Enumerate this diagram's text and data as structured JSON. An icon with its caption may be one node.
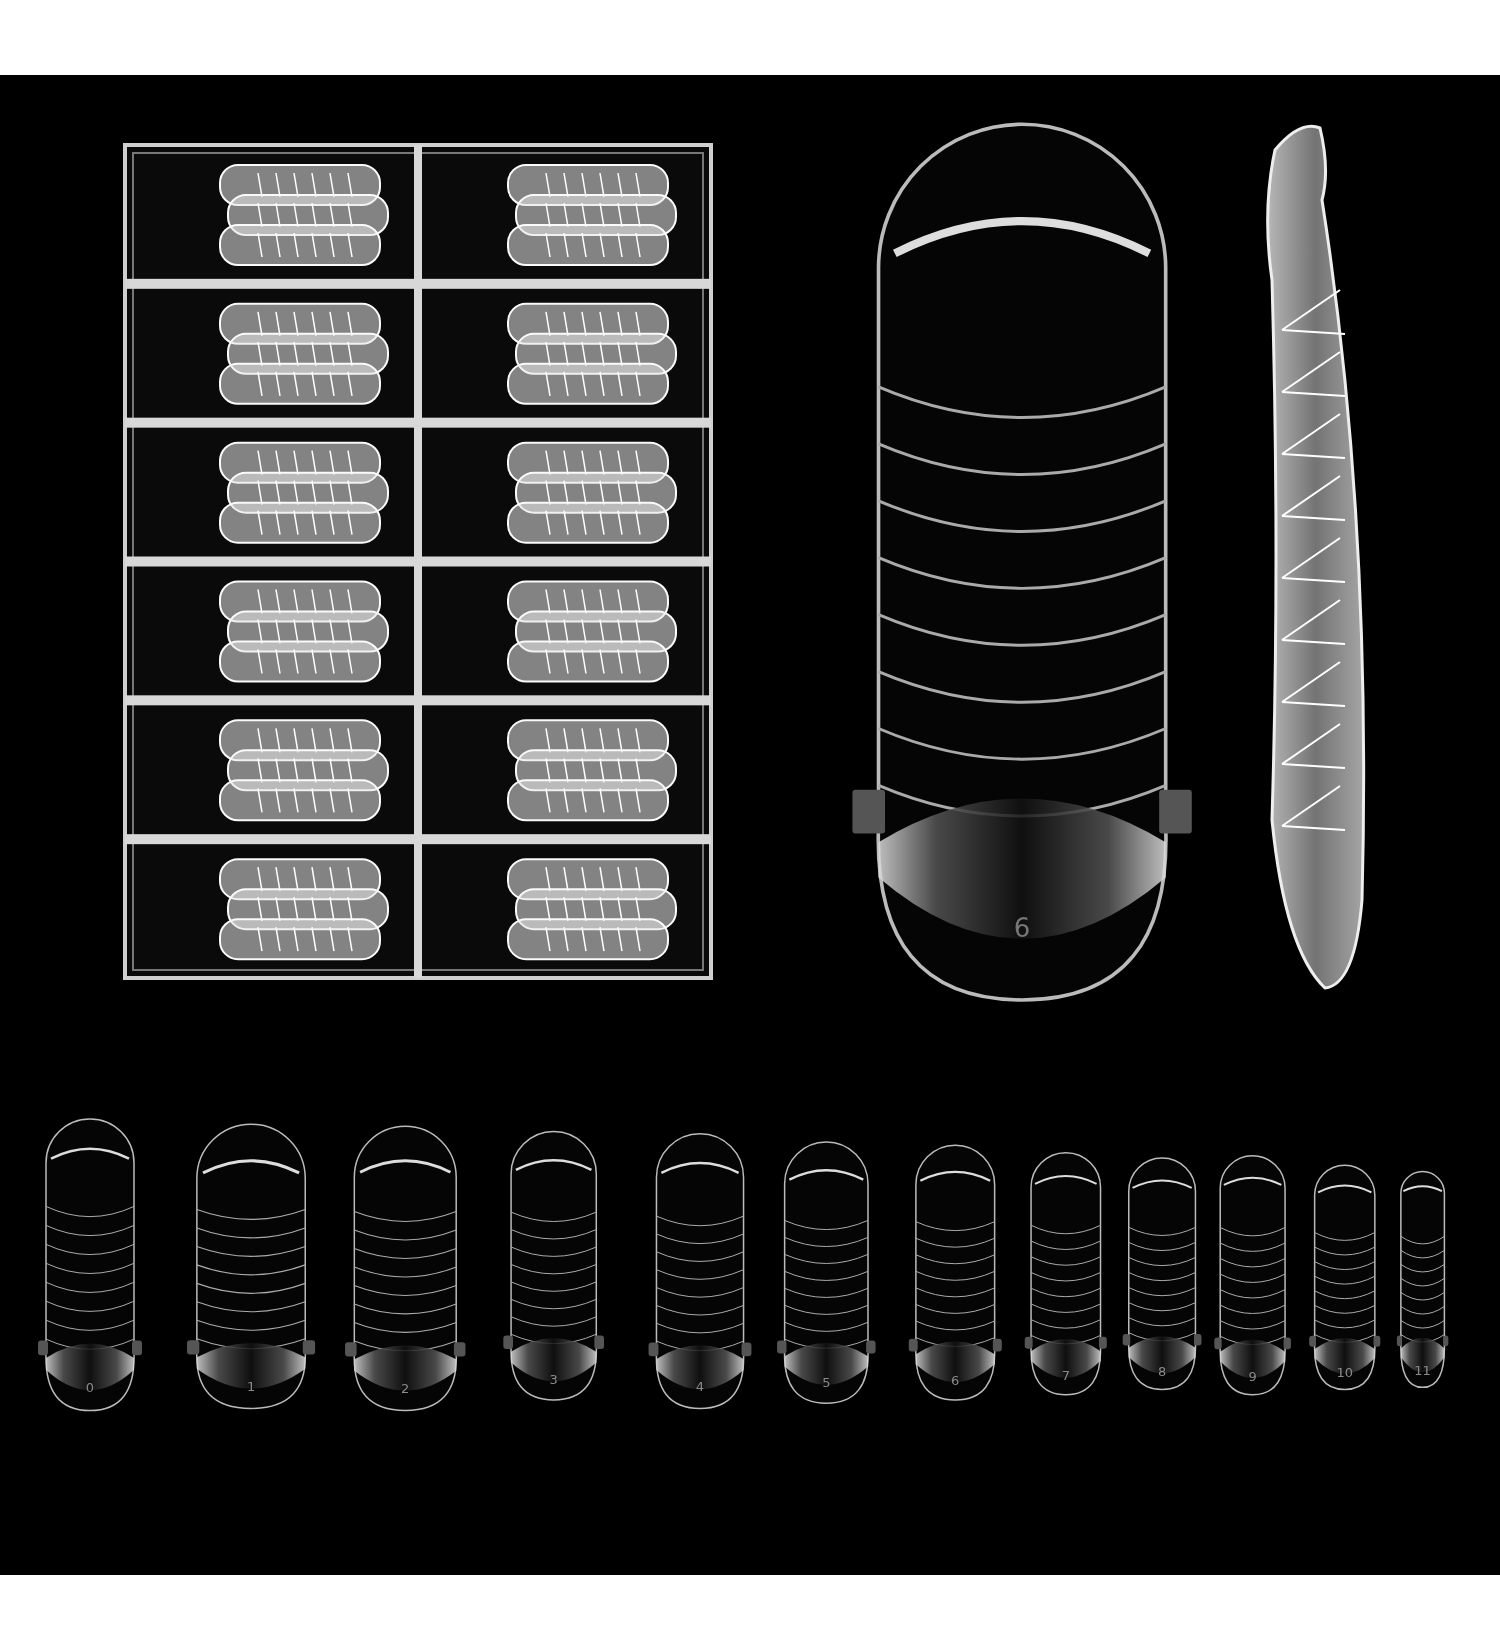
{
  "diagram": {
    "labels": [
      "6",
      "0",
      "1",
      "2",
      "3",
      "4",
      "5",
      "6",
      "7",
      "8",
      "9",
      "10",
      "11"
    ]
  }
}
